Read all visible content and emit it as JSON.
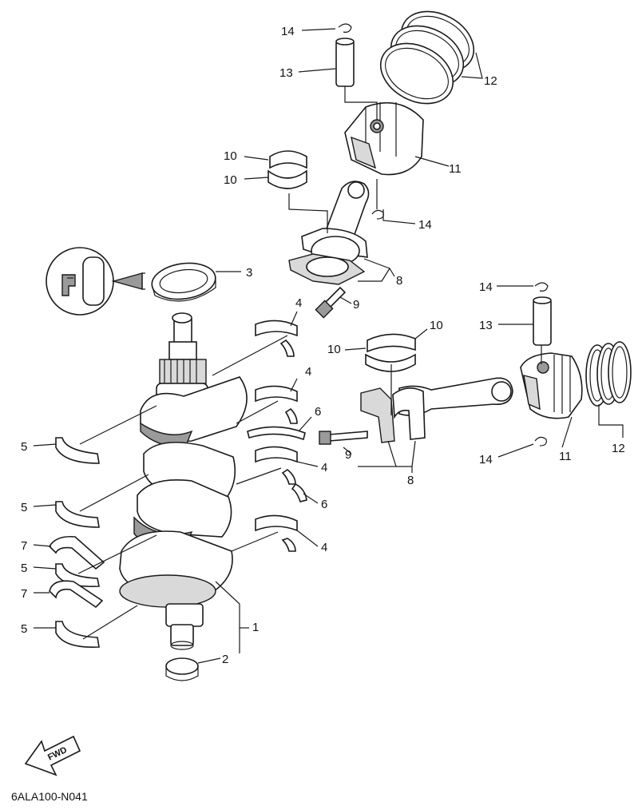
{
  "callouts": {
    "n1": "1",
    "n2": "2",
    "n3": "3",
    "n4a": "4",
    "n4b": "4",
    "n4c": "4",
    "n4d": "4",
    "n5a": "5",
    "n5b": "5",
    "n5c": "5",
    "n5d": "5",
    "n6a": "6",
    "n6b": "6",
    "n7a": "7",
    "n7b": "7",
    "n8a": "8",
    "n8b": "8",
    "n9a": "9",
    "n9b": "9",
    "n10a": "10",
    "n10b": "10",
    "n10c": "10",
    "n10d": "10",
    "n11a": "11",
    "n11b": "11",
    "n12a": "12",
    "n12b": "12",
    "n13a": "13",
    "n13b": "13",
    "n14a": "14",
    "n14b": "14",
    "n14c": "14",
    "n14d": "14"
  },
  "fwd_label": "FWD",
  "diagram_code": "6ALA100-N041",
  "icons": {
    "direction": "fwd-arrow-icon",
    "detail": "detail-magnifier-icon"
  }
}
